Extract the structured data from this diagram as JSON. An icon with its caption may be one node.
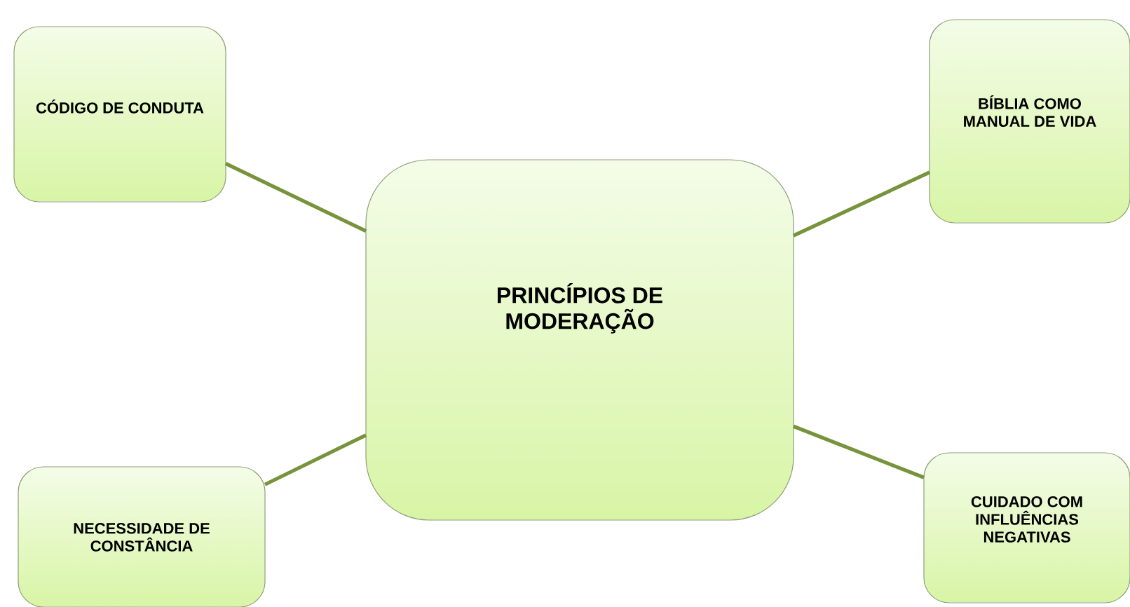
{
  "diagram": {
    "nodes": [
      {
        "text": [
          "CÓDIGO DE CONDUTA"
        ]
      },
      {
        "text": [
          "BÍBLIA COMO MANUAL DE VIDA"
        ]
      },
      {
        "text": [
          "PRINCÍPIOS DE MODERAÇÃO"
        ]
      },
      {
        "text": [
          "NECESSIDADE DE CONSTÂNCIA"
        ]
      },
      {
        "text": [
          "CUIDADO COM INFLUÊNCIAS NEGATIVAS"
        ]
      }
    ],
    "edges": [
      {
        "from": 2,
        "to": 0,
        "arrow": "none"
      },
      {
        "from": 2,
        "to": 1,
        "arrow": "none"
      },
      {
        "from": 2,
        "to": 3,
        "arrow": "none"
      },
      {
        "from": 2,
        "to": 4,
        "arrow": "none"
      }
    ]
  }
}
